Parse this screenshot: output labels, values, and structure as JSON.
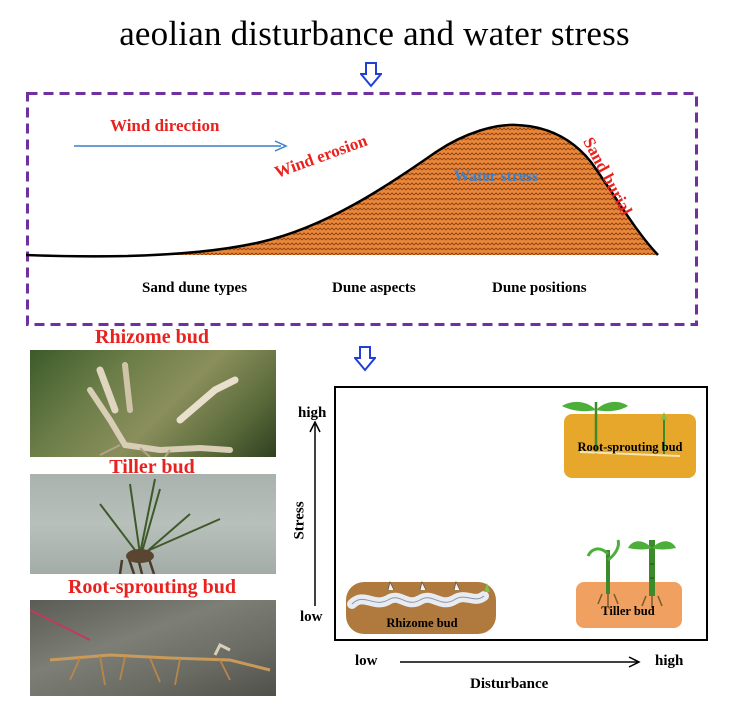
{
  "title": "aeolian disturbance and water stress",
  "dune_panel": {
    "wind_direction": "Wind direction",
    "wind_erosion": "Wind erosion",
    "water_stress": "Water stress",
    "sand_burial": "Sand burial",
    "factors": [
      "Sand dune types",
      "Dune aspects",
      "Dune positions"
    ]
  },
  "photos": [
    {
      "label": "Rhizome bud"
    },
    {
      "label": "Tiller bud"
    },
    {
      "label": "Root-sprouting bud"
    }
  ],
  "bud_chart": {
    "y_axis": {
      "label": "Stress",
      "low": "low",
      "high": "high"
    },
    "x_axis": {
      "label": "Disturbance",
      "low": "low",
      "high": "high"
    },
    "buds": {
      "root_sprouting": "Root-sprouting bud",
      "rhizome": "Rhizome bud",
      "tiller": "Tiller bud"
    }
  },
  "colors": {
    "accent_red": "#e8231f",
    "accent_blue": "#3a7fc8",
    "frame_purple": "#7030a0",
    "arrow_blue": "#1f3fd6",
    "sand_orange": "#e8873a",
    "soil_yellow": "#e6a72a",
    "soil_brown": "#b07a3e",
    "soil_orange": "#f0a060"
  }
}
